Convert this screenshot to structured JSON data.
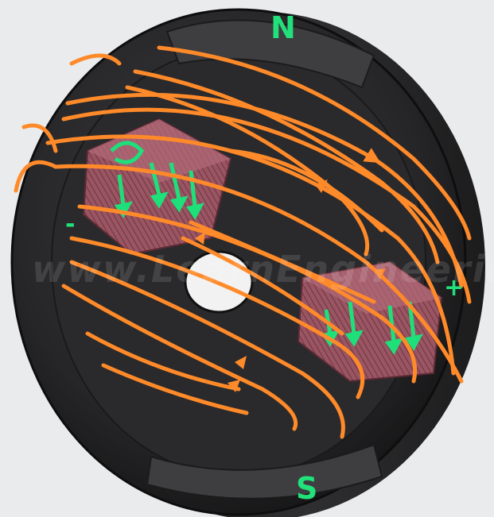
{
  "labels": {
    "north_pole": "N",
    "south_pole": "S",
    "plus_terminal": "+",
    "minus_terminal": "-"
  },
  "watermark": "www.LearnEngineering.org",
  "colors": {
    "background": "#e9ebec",
    "yoke": "#2b2b2d",
    "yoke_edge": "#1a1a1b",
    "pole_shoe": "#3a3a3c",
    "coil": "#9a5563",
    "field_lines": "#ff8a2a",
    "current_arrows": "#1ee07a",
    "label_green": "#22e07a"
  }
}
